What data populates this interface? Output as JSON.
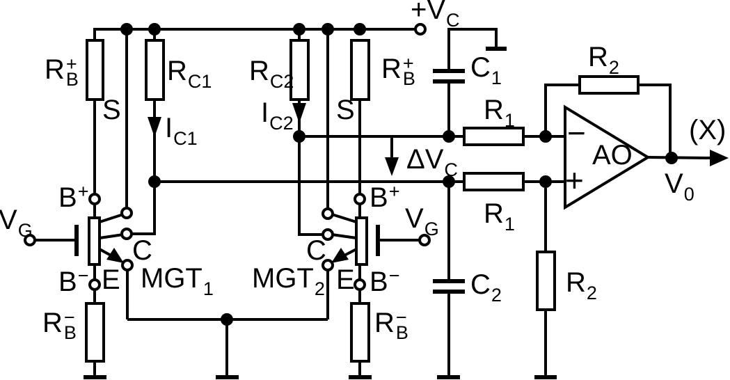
{
  "colors": {
    "ink": "#000000",
    "background": "#ffffff"
  },
  "labels": {
    "rb_plus_left": {
      "base": "R",
      "sup": "+",
      "sub": "B"
    },
    "s_left": {
      "base": "S"
    },
    "rc1": {
      "base": "R",
      "sub": "C1"
    },
    "ic1": {
      "base": "I",
      "sub": "C1"
    },
    "rc2": {
      "base": "R",
      "sub": "C2"
    },
    "ic2": {
      "base": "I",
      "sub": "C2"
    },
    "s_right": {
      "base": "S"
    },
    "rb_plus_right": {
      "base": "R",
      "sup": "+",
      "sub": "B"
    },
    "vc_supply": {
      "base": "+V",
      "sub": "C"
    },
    "c1": {
      "base": "C",
      "sub": "1"
    },
    "r1_top": {
      "base": "R",
      "sub": "1"
    },
    "r2_top": {
      "base": "R",
      "sub": "2"
    },
    "delta_vc": {
      "base": "ΔV",
      "sub": "C"
    },
    "x_output": {
      "base": "(X)"
    },
    "ao": {
      "base": "AO"
    },
    "opamp_minus": {
      "base": "−"
    },
    "opamp_plus": {
      "base": "+"
    },
    "v0": {
      "base": "V",
      "sub": "0"
    },
    "r1_bottom": {
      "base": "R",
      "sub": "1"
    },
    "vg_left": {
      "base": "V",
      "sub": "G"
    },
    "b_plus_left": {
      "base": "B",
      "sup": "+"
    },
    "b_minus_left": {
      "base": "B",
      "sup": "−"
    },
    "c_left": {
      "base": "C"
    },
    "e_left": {
      "base": "E"
    },
    "mgt1": {
      "base": "MGT",
      "sub": "1"
    },
    "mgt2": {
      "base": "MGT",
      "sub": "2"
    },
    "c_right": {
      "base": "C"
    },
    "e_right": {
      "base": "E"
    },
    "b_plus_right": {
      "base": "B",
      "sup": "+"
    },
    "b_minus_right": {
      "base": "B",
      "sup": "−"
    },
    "vg_right": {
      "base": "V",
      "sub": "G"
    },
    "rb_minus_left": {
      "base": "R",
      "sup": "−",
      "sub": "B"
    },
    "rb_minus_right": {
      "base": "R",
      "sup": "−",
      "sub": "B"
    },
    "c2": {
      "base": "C",
      "sub": "2"
    },
    "r2_bottom": {
      "base": "R",
      "sub": "2"
    }
  }
}
